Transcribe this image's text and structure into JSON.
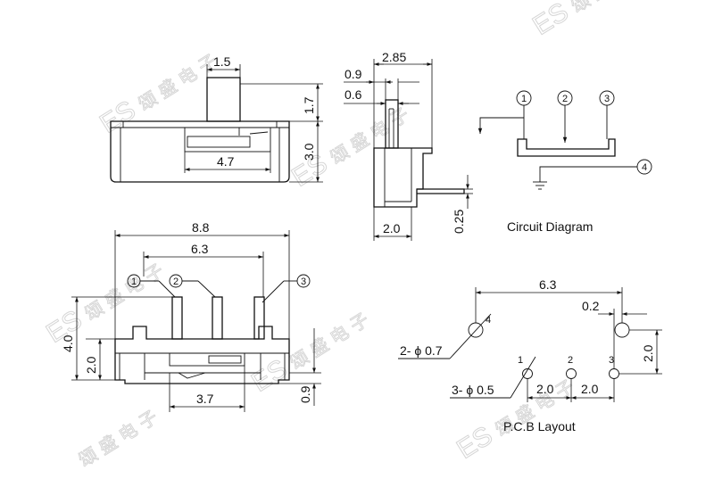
{
  "watermark": {
    "logo": "ES",
    "chinese": "颂 盛 电 子"
  },
  "top_view": {
    "dims": {
      "actuator_width": "1.5",
      "actuator_height": "1.7",
      "body_height": "3.0",
      "slot_length": "4.7"
    }
  },
  "side_view": {
    "dims": {
      "overall_depth": "2.85",
      "offset": "0.9",
      "actuator_thickness": "0.6",
      "pin_thickness": "0.25",
      "body_width": "2.0"
    }
  },
  "circuit": {
    "title": "Circuit Diagram",
    "pins": [
      "1",
      "2",
      "3",
      "4"
    ]
  },
  "front_view": {
    "dims": {
      "overall_length": "8.8",
      "pin_span": "6.3",
      "height_total": "4.0",
      "height_body": "2.0",
      "bottom_height": "0.9",
      "slot_length": "3.7"
    },
    "pins": [
      "1",
      "2",
      "3"
    ]
  },
  "pcb": {
    "title": "P.C.B Layout",
    "dims": {
      "span": "6.3",
      "offset": "0.2",
      "vertical": "2.0",
      "pitch_a": "2.0",
      "pitch_b": "2.0"
    },
    "large_hole": "2- ϕ 0.7",
    "small_hole": "3- ϕ 0.5",
    "hole_labels": [
      "1",
      "2",
      "3",
      "4"
    ]
  }
}
